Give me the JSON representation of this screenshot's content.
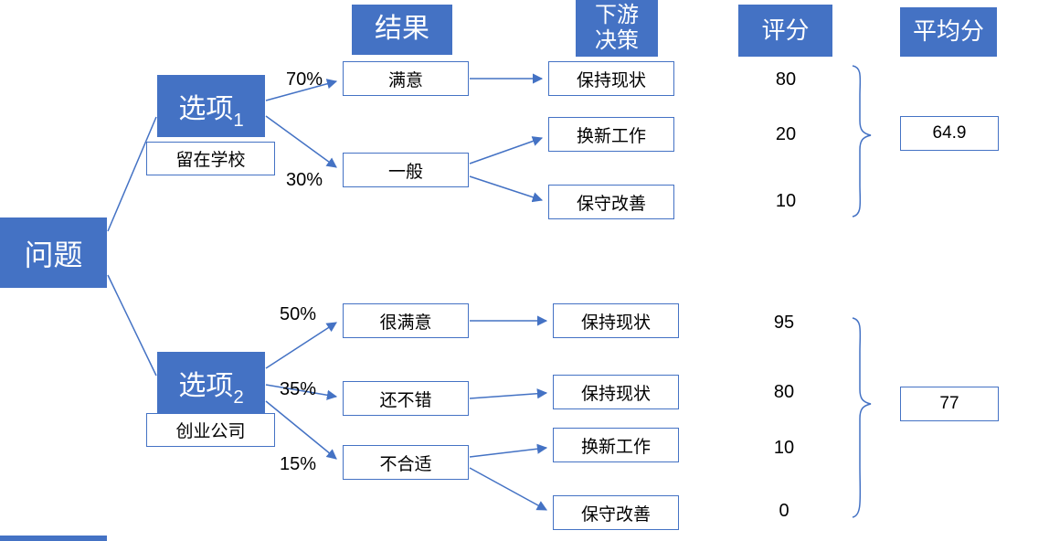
{
  "headers": {
    "result": "结果",
    "downstream_line1": "下游",
    "downstream_line2": "决策",
    "score": "评分",
    "average": "平均分"
  },
  "root_label": "问题",
  "option1": {
    "title": "选项",
    "number": "1",
    "subtitle": "留在学校",
    "branch1": {
      "probability": "70%",
      "outcome": "满意"
    },
    "branch2": {
      "probability": "30%",
      "outcome": "一般"
    },
    "decisions": {
      "d1": {
        "label": "保持现状",
        "score": "80"
      },
      "d2": {
        "label": "换新工作",
        "score": "20"
      },
      "d3": {
        "label": "保守改善",
        "score": "10"
      }
    },
    "average": "64.9"
  },
  "option2": {
    "title": "选项",
    "number": "2",
    "subtitle": "创业公司",
    "branch1": {
      "probability": "50%",
      "outcome": "很满意"
    },
    "branch2": {
      "probability": "35%",
      "outcome": "还不错"
    },
    "branch3": {
      "probability": "15%",
      "outcome": "不合适"
    },
    "decisions": {
      "d1": {
        "label": "保持现状",
        "score": "95"
      },
      "d2": {
        "label": "保持现状",
        "score": "80"
      },
      "d3": {
        "label": "换新工作",
        "score": "10"
      },
      "d4": {
        "label": "保守改善",
        "score": "0"
      }
    },
    "average": "77"
  },
  "colors": {
    "node_fill": "#4472C4",
    "line": "#4472C4",
    "box_border": "#4472C4",
    "text_on_fill": "#FFFFFF"
  }
}
